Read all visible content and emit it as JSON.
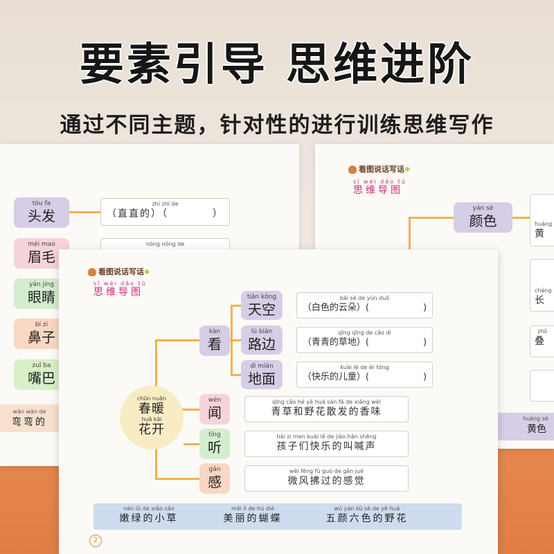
{
  "title": "要素引导 思维进阶",
  "subtitle": "通过不同主题，针对性的进行训练思维写作",
  "logo_text": "看图说话写话",
  "map_title": {
    "pinyin": "sī wéi dǎo tú",
    "text": "思维导图"
  },
  "left_sheet": {
    "items": [
      {
        "pinyin": "tóu fa",
        "text": "头发",
        "color": "#d6cde6"
      },
      {
        "pinyin": "méi mao",
        "text": "眉毛",
        "color": "#f6d3da"
      },
      {
        "pinyin": "yǎn jing",
        "text": "眼睛",
        "color": "#d3edcf"
      },
      {
        "pinyin": "bí zi",
        "text": "鼻子",
        "color": "#f8d7c3"
      },
      {
        "pinyin": "zuǐ ba",
        "text": "嘴巴",
        "color": "#d8efc7"
      }
    ],
    "box1": {
      "pinyin": "zhí zhí de",
      "text": "（直直的）（　　　　）"
    },
    "box2": {
      "pinyin": "nóng nóng de",
      "text": ""
    },
    "bottom": {
      "pinyin": "wān wān de",
      "text": "弯弯的"
    }
  },
  "right_sheet": {
    "node": {
      "pinyin": "yán sè",
      "text": "颜色"
    },
    "fragments": [
      {
        "pinyin": "huáng",
        "text": "黄"
      },
      {
        "pinyin": "cháng",
        "text": "长"
      },
      {
        "pinyin": "zhǒ",
        "text": "叠"
      },
      {
        "pinyin": "huáng sè",
        "text": "黄色"
      }
    ]
  },
  "front_sheet": {
    "center": {
      "pinyin1": "chūn nuǎn",
      "text1": "春暖",
      "pinyin2": "huā kāi",
      "text2": "花开"
    },
    "senses": [
      {
        "pinyin": "kàn",
        "text": "看",
        "color": "#d6cde6"
      },
      {
        "pinyin": "wén",
        "text": "闻",
        "color": "#f6d3da"
      },
      {
        "pinyin": "tīng",
        "text": "听",
        "color": "#d3edcf"
      },
      {
        "pinyin": "gǎn",
        "text": "感",
        "color": "#f8d7c3"
      }
    ],
    "kan_items": [
      {
        "pinyin": "tiān kōng",
        "text": "天空",
        "box_pinyin": "bái sè de yún duǒ",
        "box_text": "（白色的云朵）(　　　　　　)"
      },
      {
        "pinyin": "lù biān",
        "text": "路边",
        "box_pinyin": "qīng qīng de cǎo dì",
        "box_text": "（青青的草地）(　　　　　　)"
      },
      {
        "pinyin": "dì miàn",
        "text": "地面",
        "box_pinyin": "kuài lè de ér tóng",
        "box_text": "（快乐的儿童）(　　　　　　)"
      }
    ],
    "sense_boxes": [
      {
        "pinyin": "qīng cǎo hé yě huā sàn fā de xiāng wèi",
        "text": "青草和野花散发的香味"
      },
      {
        "pinyin": "hái zi men kuài lè de jiào hǎn shēng",
        "text": "孩子们快乐的叫喊声"
      },
      {
        "pinyin": "wēi fēng fú guò de gǎn jué",
        "text": "微风拂过的感觉"
      }
    ],
    "band": [
      {
        "pinyin": "nèn lǜ de xiǎo cǎo",
        "text": "嫩绿的小草"
      },
      {
        "pinyin": "měi lì de hú dié",
        "text": "美丽的蝴蝶"
      },
      {
        "pinyin": "wǔ yán liù sè de yě huā",
        "text": "五颜六色的野花"
      }
    ],
    "page_number": "2"
  }
}
